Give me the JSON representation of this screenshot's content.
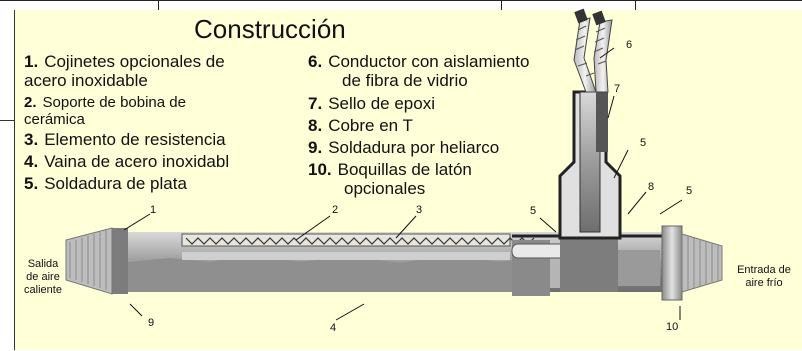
{
  "title": "Construcción",
  "items_left": [
    {
      "num": "1.",
      "text1": "Cojinetes opcionales de",
      "text2": "acero inoxidable"
    },
    {
      "num": "2.",
      "text1": "Soporte de bobina de",
      "text2": "cerámica"
    },
    {
      "num": "3.",
      "text1": "Elemento de resistencia",
      "text2": ""
    },
    {
      "num": "4.",
      "text1": "Vaina de acero inoxidabl",
      "text2": ""
    },
    {
      "num": "5.",
      "text1": "Soldadura de plata",
      "text2": ""
    }
  ],
  "items_right": [
    {
      "num": "6.",
      "text1": "Conductor con aislamiento",
      "text2": "de fibra de vidrio"
    },
    {
      "num": "7.",
      "text1": "Sello de epoxi",
      "text2": ""
    },
    {
      "num": "8.",
      "text1": "Cobre en T",
      "text2": ""
    },
    {
      "num": "9.",
      "text1": "Soldadura por heliarco",
      "text2": ""
    },
    {
      "num": "10.",
      "text1": "Boquillas de latón",
      "text2": "opcionales"
    }
  ],
  "callouts": [
    "1",
    "2",
    "3",
    "4",
    "5",
    "5",
    "5",
    "6",
    "7",
    "8",
    "9",
    "10"
  ],
  "side_labels": {
    "left": [
      "Salida",
      "de aire",
      "caliente"
    ],
    "right": [
      "Entrada de",
      "aire frío"
    ]
  },
  "colors": {
    "panel_bg": "#ffffd8",
    "metal_dark": "#6f6f6f",
    "metal_mid": "#9a9a9a",
    "metal_light": "#cfcfcf"
  }
}
